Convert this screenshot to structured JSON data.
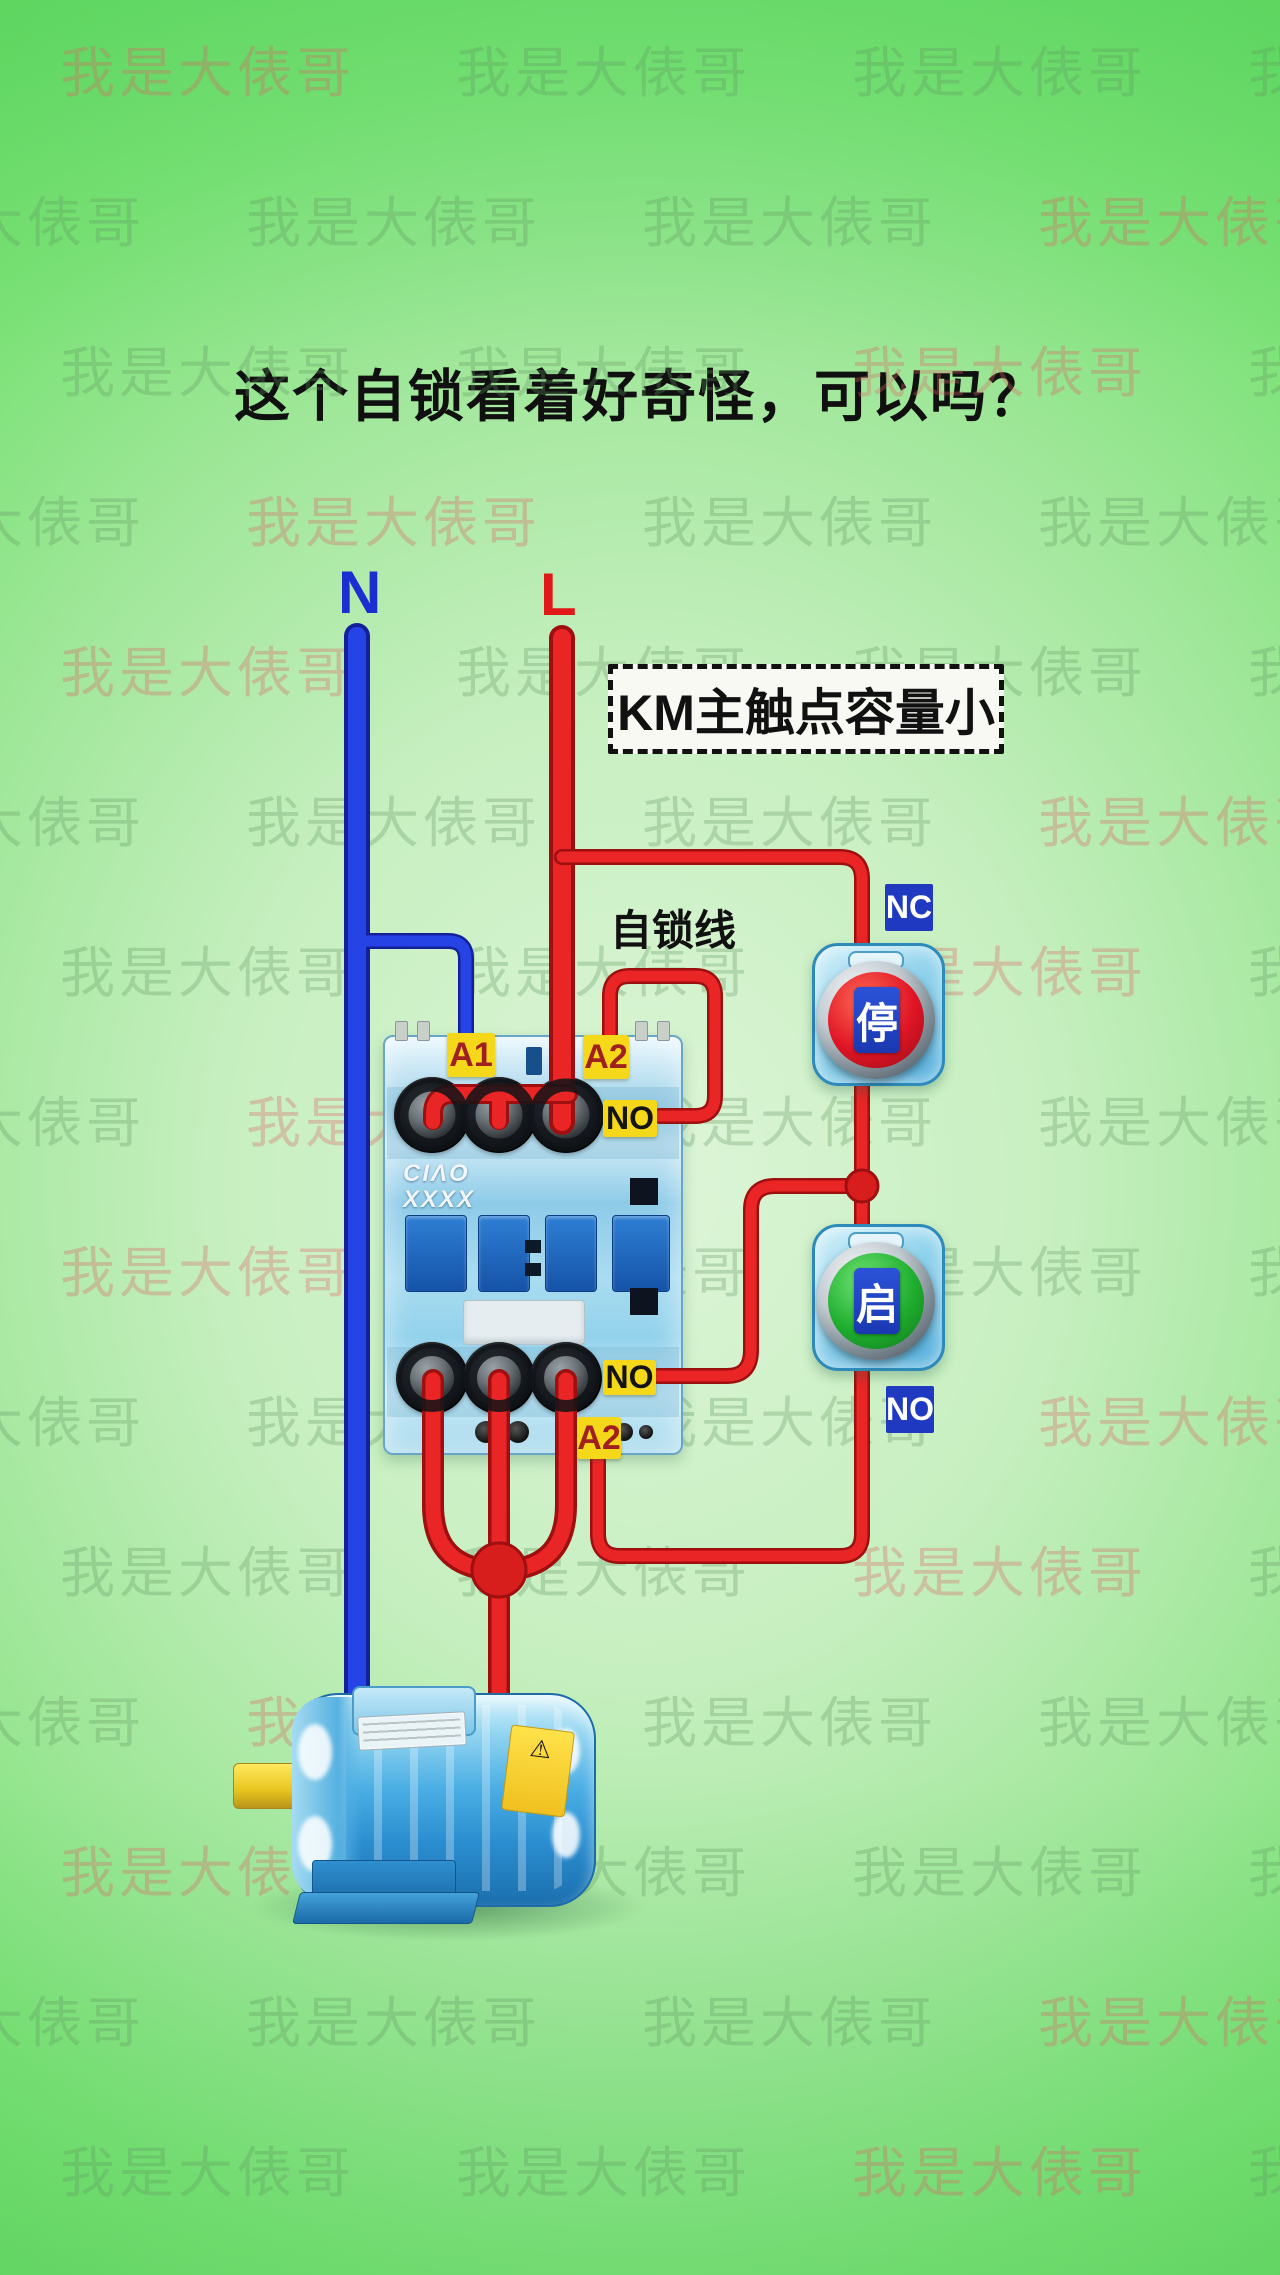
{
  "watermark": {
    "text": "我是大俵哥"
  },
  "title": "这个自锁看着好奇怪，可以吗？",
  "supply": {
    "neutral": "N",
    "live": "L"
  },
  "callout": "KM主触点容量小",
  "selflock_label": "自锁线",
  "contactor": {
    "brand_line1": "CIΛO",
    "brand_line2": "XXXX",
    "a1": "A1",
    "a2_top": "A2",
    "no_top": "NO",
    "no_bottom": "NO",
    "a2_bottom": "A2"
  },
  "buttons": {
    "stop": {
      "tag": "NC",
      "text": "停"
    },
    "start": {
      "tag": "NO",
      "text": "启"
    }
  },
  "motor": {
    "warning_icon": "⚠"
  },
  "colors": {
    "background": "#8ce88a",
    "wire_live": "#e92525",
    "wire_neutral": "#2644e6",
    "terminal_label_bg": "#f6d81a",
    "tag_bg": "#1f3ac1",
    "stop_button": "#e01525",
    "start_button": "#1fae2e",
    "title_text": "#101010"
  }
}
